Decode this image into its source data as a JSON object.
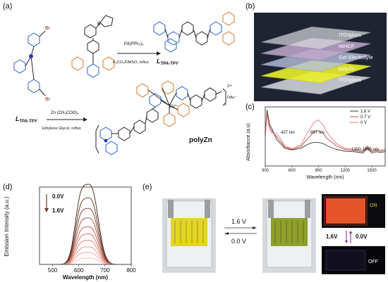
{
  "panel_a": {
    "label": "(a)",
    "reagents_top": "Pd(PPh₃)₄",
    "conditions_top": "K₂CO₃/DMSO, reflux",
    "ligand_name": "L",
    "ligand_sub": "TPA-TPY",
    "reactant_name": "L",
    "reactant_sub": "TPA-TPY",
    "reagents_bottom": "Zn (CH₃COO)₂",
    "conditions_bottom": "Ethylene Glycol, reflux",
    "product_name": "polyZn",
    "atom_br1": "Br",
    "atom_br2": "Br",
    "atom_b": "B",
    "atom_zn": "Zn²⁺",
    "charge_label": "2+",
    "counter_ion": "OAc⁻",
    "repeat_n": "n"
  },
  "panel_b": {
    "label": "(b)",
    "layers": [
      "ITO/glass",
      "NiHCF",
      "Gel Electrolyte",
      "polyZn",
      "ITO/glass"
    ],
    "colors": {
      "background": "#1f2433",
      "ito": "#d9dbe0",
      "nihcf": "#c0a8cc",
      "gel": "#b7c0dd",
      "polyzn": "#e8ef2a"
    }
  },
  "panel_c": {
    "label": "(c)",
    "annotations": [
      "427 nm",
      "897 nm",
      "1300-1600 nm"
    ]
  },
  "panel_d": {
    "label": "(d)",
    "annotations": [
      "0.0V",
      "1.6V"
    ]
  },
  "panel_e": {
    "label": "(e)",
    "forward": "1.6 V",
    "backward": "0.0 V",
    "on_label": "ON",
    "off_label": "OFF",
    "v_left": "1.6V",
    "v_right": "0.0V"
  },
  "chart_data": [
    {
      "type": "line",
      "panel": "c",
      "xlabel": "Wavelength (nm)",
      "ylabel": "Absorbance (a.u)",
      "xlim": [
        300,
        1650
      ],
      "xticks": [
        300,
        600,
        900,
        1200,
        1500
      ],
      "xtick_labels": [
        "300",
        "600",
        "900",
        "1200",
        "1500"
      ],
      "legend": [
        "1.6 V",
        "0.7 V",
        "0 V"
      ],
      "legend_position": "top-right",
      "series": [
        {
          "name": "1.6 V",
          "color": "#4a3a2a",
          "x": [
            300,
            320,
            350,
            380,
            427,
            470,
            520,
            600,
            700,
            800,
            850,
            897,
            950,
            1000,
            1100,
            1200,
            1300,
            1400,
            1450,
            1500,
            1550,
            1600,
            1650
          ],
          "y": [
            0.55,
            0.95,
            0.7,
            0.62,
            0.45,
            0.38,
            0.3,
            0.27,
            0.3,
            0.38,
            0.4,
            0.4,
            0.38,
            0.34,
            0.28,
            0.25,
            0.24,
            0.22,
            0.3,
            0.22,
            0.24,
            0.23,
            0.24
          ]
        },
        {
          "name": "0.7 V",
          "color": "#b04a4a",
          "x": [
            300,
            320,
            350,
            380,
            427,
            470,
            520,
            600,
            700,
            800,
            850,
            897,
            950,
            1000,
            1100,
            1200,
            1300,
            1400,
            1450,
            1500,
            1550,
            1600,
            1650
          ],
          "y": [
            0.52,
            0.9,
            0.66,
            0.58,
            0.5,
            0.42,
            0.32,
            0.28,
            0.33,
            0.5,
            0.58,
            0.6,
            0.55,
            0.46,
            0.34,
            0.28,
            0.26,
            0.24,
            0.32,
            0.24,
            0.26,
            0.25,
            0.26
          ]
        },
        {
          "name": "0 V",
          "color": "#e07a7a",
          "x": [
            300,
            320,
            350,
            380,
            427,
            470,
            520,
            600,
            700,
            800,
            850,
            897,
            950,
            1000,
            1100,
            1200,
            1300,
            1400,
            1450,
            1500,
            1550,
            1600,
            1650
          ],
          "y": [
            0.5,
            0.86,
            0.62,
            0.55,
            0.55,
            0.47,
            0.34,
            0.29,
            0.36,
            0.62,
            0.74,
            0.78,
            0.7,
            0.56,
            0.38,
            0.3,
            0.28,
            0.26,
            0.34,
            0.26,
            0.28,
            0.27,
            0.28
          ]
        }
      ]
    },
    {
      "type": "line",
      "panel": "d",
      "xlabel": "Wavelength (nm)",
      "ylabel": "Emission Intensity (a.u.)",
      "xlim": [
        450,
        800
      ],
      "xticks": [
        500,
        600,
        700,
        800
      ],
      "xtick_labels": [
        "500",
        "600",
        "700",
        "800"
      ],
      "peak_x": [
        605,
        650
      ],
      "peak_amplitudes": [
        1.0,
        0.83,
        0.7,
        0.58,
        0.47,
        0.38,
        0.3,
        0.22,
        0.15,
        0.08
      ],
      "colors": [
        "#3a2414",
        "#5a3020",
        "#7a3a2a",
        "#9a4a3a",
        "#b85a4a",
        "#cc6a5a",
        "#d97a6a",
        "#e58c80",
        "#f0a09a",
        "#f6b8b4"
      ]
    }
  ]
}
